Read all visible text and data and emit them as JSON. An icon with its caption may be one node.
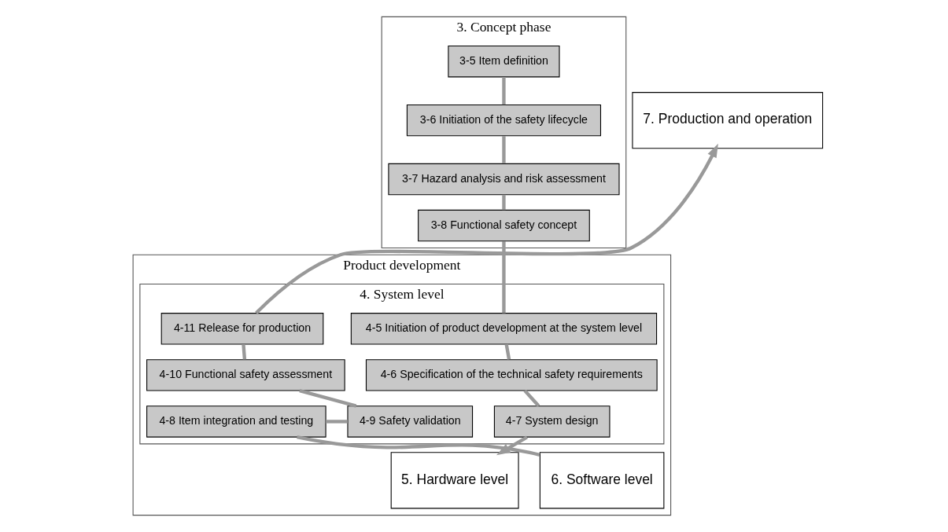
{
  "diagram": {
    "nodes": [
      {
        "text": [
          "3. Concept phase"
        ]
      },
      {
        "text": [
          "3-5 Item definition"
        ],
        "in": 0
      },
      {
        "text": [
          "3-6 Initiation of the safety lifecycle"
        ],
        "in": 0
      },
      {
        "text": [
          "3-7 Hazard analysis and risk assessment"
        ],
        "in": 0
      },
      {
        "text": [
          "3-8 Functional safety concept"
        ],
        "in": 0
      },
      {
        "text": [
          "7. Production and operation"
        ]
      },
      {
        "text": [
          "Product development"
        ]
      },
      {
        "text": [
          "4. System level"
        ],
        "in": 6
      },
      {
        "text": [
          "4-5 Initiation of product development at the system level"
        ],
        "in": 7
      },
      {
        "text": [
          "4-6 Specification of the technical safety requirements"
        ],
        "in": 7
      },
      {
        "text": [
          "4-7 System design"
        ],
        "in": 7
      },
      {
        "text": [
          "4-11 Release for production"
        ],
        "in": 7
      },
      {
        "text": [
          "4-10 Functional safety assessment"
        ],
        "in": 7
      },
      {
        "text": [
          "4-9 Safety validation"
        ],
        "in": 7
      },
      {
        "text": [
          "4-8 Item integration and testing"
        ],
        "in": 7
      },
      {
        "text": [
          "5. Hardware level"
        ],
        "in": 6
      },
      {
        "text": [
          "6. Software level"
        ],
        "in": 6
      }
    ],
    "edges": [
      {
        "from": 1,
        "to": 2,
        "arrow": "none"
      },
      {
        "from": 2,
        "to": 3,
        "arrow": "none"
      },
      {
        "from": 3,
        "to": 4,
        "arrow": "none"
      },
      {
        "from": 4,
        "to": 8,
        "arrow": "none"
      },
      {
        "from": 8,
        "to": 9,
        "arrow": "none"
      },
      {
        "from": 9,
        "to": 10,
        "arrow": "none"
      },
      {
        "from": 10,
        "to": 15,
        "arrow": "to"
      },
      {
        "from": 16,
        "to": 14,
        "arrow": "none"
      },
      {
        "from": 14,
        "to": 13,
        "arrow": "none"
      },
      {
        "from": 13,
        "to": 12,
        "arrow": "none"
      },
      {
        "from": 12,
        "to": 11,
        "arrow": "none"
      },
      {
        "from": 11,
        "to": 5,
        "arrow": "to"
      }
    ]
  }
}
